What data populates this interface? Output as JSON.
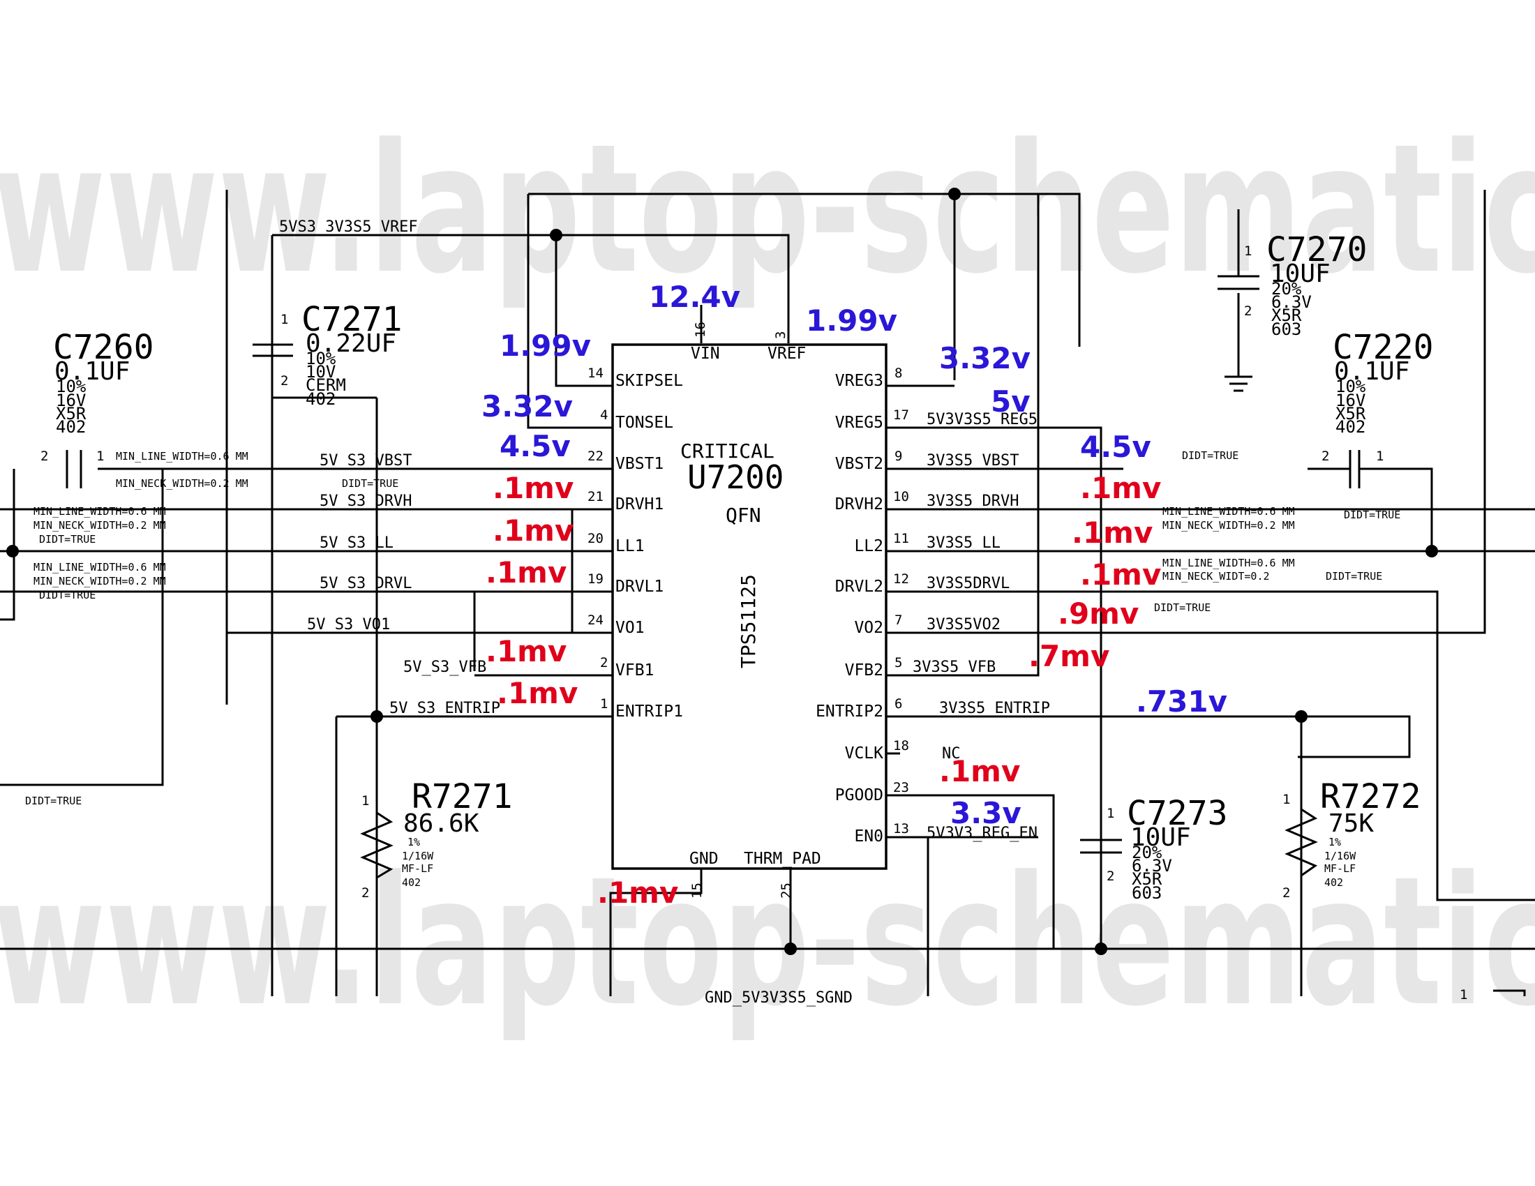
{
  "watermark": {
    "top": "www.laptop-schematic",
    "bottom": "www.laptop-schematic"
  },
  "colors": {
    "voltage": "#2a17d8",
    "millivolt": "#e0001b",
    "watermark": "#e6e6e6"
  },
  "chip": {
    "critical": "CRITICAL",
    "ref": "U7200",
    "package": "QFN",
    "part": "TPS51125",
    "top_pins": [
      {
        "num": "16",
        "name": "VIN"
      },
      {
        "num": "3",
        "name": "VREF"
      }
    ],
    "bottom_pins": [
      {
        "num": "15",
        "name": "GND"
      },
      {
        "num": "25",
        "name": "THRM_PAD"
      }
    ],
    "left_pins": [
      {
        "num": "14",
        "name": "SKIPSEL"
      },
      {
        "num": "4",
        "name": "TONSEL"
      },
      {
        "num": "22",
        "name": "VBST1"
      },
      {
        "num": "21",
        "name": "DRVH1"
      },
      {
        "num": "20",
        "name": "LL1"
      },
      {
        "num": "19",
        "name": "DRVL1"
      },
      {
        "num": "24",
        "name": "VO1"
      },
      {
        "num": "2",
        "name": "VFB1"
      },
      {
        "num": "1",
        "name": "ENTRIP1"
      }
    ],
    "right_pins": [
      {
        "num": "8",
        "name": "VREG3"
      },
      {
        "num": "17",
        "name": "VREG5"
      },
      {
        "num": "9",
        "name": "VBST2"
      },
      {
        "num": "10",
        "name": "DRVH2"
      },
      {
        "num": "11",
        "name": "LL2"
      },
      {
        "num": "12",
        "name": "DRVL2"
      },
      {
        "num": "7",
        "name": "VO2"
      },
      {
        "num": "5",
        "name": "VFB2"
      },
      {
        "num": "6",
        "name": "ENTRIP2"
      },
      {
        "num": "18",
        "name": "VCLK"
      },
      {
        "num": "23",
        "name": "PGOOD"
      },
      {
        "num": "13",
        "name": "EN0"
      }
    ]
  },
  "nets": {
    "vref": "5VS3_3V3S5_VREF",
    "vbst1": "5V_S3_VBST",
    "drvh1": "5V_S3_DRVH",
    "ll1": "5V_S3_LL",
    "drvl1": "5V_S3_DRVL",
    "vo1": "5V_S3_VO1",
    "vfb1": "5V_S3_VFB",
    "entrip1": "5V_S3_ENTRIP",
    "reg5": "5V3V3S5_REG5",
    "vbst2": "3V3S5_VBST",
    "drvh2": "3V3S5_DRVH",
    "ll2": "3V3S5_LL",
    "drvl2": "3V3S5DRVL",
    "vo2": "3V3S5VO2",
    "vfb2": "3V3S5_VFB",
    "entrip2": "3V3S5_ENTRIP",
    "nc": "NC",
    "reg_en": "5V3V3_REG_EN",
    "gnd": "GND_5V3V3S5_SGND"
  },
  "annotations": {
    "min_line": "MIN_LINE_WIDTH=0.6 MM",
    "min_neck": "MIN_NECK_WIDTH=0.2 MM",
    "min_neck_alt": "MIN_NECK_WIDT=0.2",
    "didt": "DIDT=TRUE"
  },
  "components": {
    "c7260": {
      "ref": "C7260",
      "value": "0.1UF",
      "specs": [
        "10%",
        "16V",
        "X5R",
        "402"
      ],
      "pin_a": "2",
      "pin_b": "1"
    },
    "c7271": {
      "ref": "C7271",
      "value": "0.22UF",
      "specs": [
        "10%",
        "10V",
        "CERM",
        "402"
      ],
      "pin_a": "1",
      "pin_b": "2"
    },
    "c7270": {
      "ref": "C7270",
      "value": "10UF",
      "specs": [
        "20%",
        "6.3V",
        "X5R",
        "603"
      ],
      "pin_a": "1",
      "pin_b": "2"
    },
    "c7220": {
      "ref": "C7220",
      "value": "0.1UF",
      "specs": [
        "10%",
        "16V",
        "X5R",
        "402"
      ],
      "pin_a": "2",
      "pin_b": "1"
    },
    "r7271": {
      "ref": "R7271",
      "value": "86.6K",
      "specs": [
        "1%",
        "1/16W",
        "MF-LF",
        "402"
      ],
      "pin_a": "1",
      "pin_b": "2"
    },
    "c7273": {
      "ref": "C7273",
      "value": "10UF",
      "specs": [
        "20%",
        "6.3V",
        "X5R",
        "603"
      ],
      "pin_a": "1",
      "pin_b": "2"
    },
    "r7272": {
      "ref": "R7272",
      "value": "75K",
      "specs": [
        "1%",
        "1/16W",
        "MF-LF",
        "402"
      ],
      "pin_a": "1",
      "pin_b": "2"
    }
  },
  "measurements": {
    "vin": "12.4v",
    "vref": "1.99v",
    "skipsel": "1.99v",
    "tonsel": "3.32v",
    "vbst1": "4.5v",
    "drvh1": ".1mv",
    "ll1": ".1mv",
    "drvl1": ".1mv",
    "vfb1": ".1mv",
    "entrip1": ".1mv",
    "gnd": ".1mv",
    "vreg3": "3.32v",
    "vreg5": "5v",
    "vbst2": "4.5v",
    "drvh2": ".1mv",
    "ll2": ".1mv",
    "drvl2": ".1mv",
    "vo2": ".9mv",
    "vfb2": ".7mv",
    "entrip2": ".731v",
    "pgood": ".1mv",
    "en0": "3.3v"
  },
  "corner_pin": "1"
}
